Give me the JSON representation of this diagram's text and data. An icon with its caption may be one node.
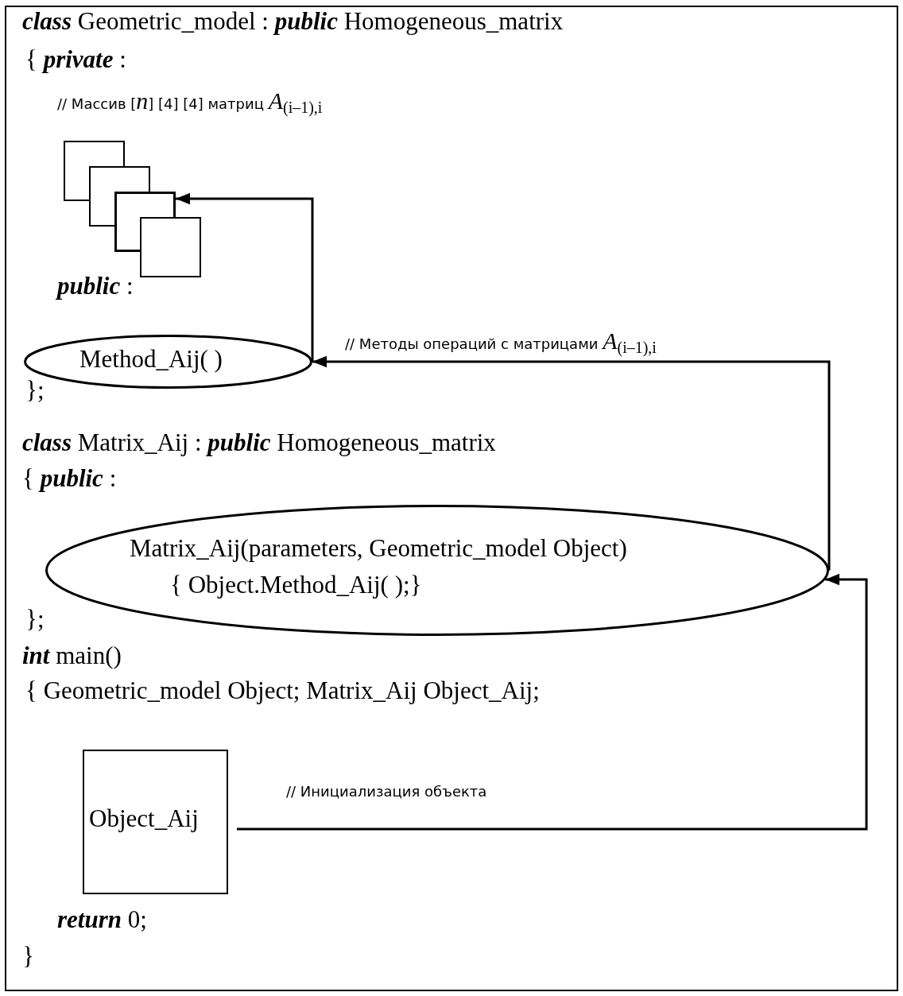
{
  "diagram": {
    "nodes": [
      {
        "text": [],
        "shape": "box"
      },
      {
        "text": [],
        "shape": "box"
      },
      {
        "text": [],
        "shape": "box"
      },
      {
        "text": [],
        "shape": "box"
      },
      {
        "text": [
          "Method_Aij( )"
        ]
      },
      {
        "text": [
          "Matrix_Aij(parameters, Geometric_model Object)",
          "{ Object.Method_Aij( );}"
        ]
      },
      {
        "text": [
          "Object_Aij"
        ]
      }
    ],
    "edges": [
      {
        "from": 4,
        "to": 2,
        "arrow": "to"
      },
      {
        "from": 5,
        "to": 4,
        "arrow": "to",
        "label": "// Методы операций с матрицами *A*$_{(i–1),i}$"
      },
      {
        "from": 6,
        "to": 5,
        "arrow": "to",
        "label": "// Инициализация объекта"
      }
    ],
    "labels": [
      "*class* Geometric_model : *public* Homogeneous_matrix",
      "{ *private* :",
      "// Массив [*n*] [4] [4] матриц *A*$_{(i–1),i}$",
      "*public* :",
      "};",
      "*class* Matrix_Aij : *public* Homogeneous_matrix",
      "{ *public* :",
      "};",
      "*int* main()",
      "{ Geometric_model Object; Matrix_Aij Object_Aij;",
      "*return* 0;",
      "}"
    ]
  }
}
